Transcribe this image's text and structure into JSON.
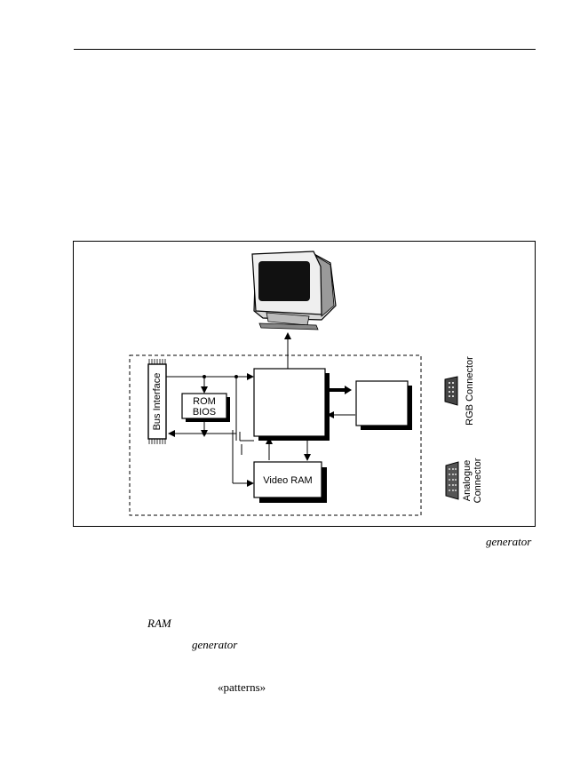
{
  "figure": {
    "labels": {
      "bus_interface": "Bus Interface",
      "rom_line1": "ROM",
      "rom_line2": "BIOS",
      "video_ram": "Video RAM",
      "rgb_connector": "RGB  Connector",
      "analogue_line1": "Analogue",
      "analogue_line2": "Connector"
    },
    "caption_fragment": "generator"
  },
  "text_fragments": {
    "ram": "RAM",
    "generator": "generator",
    "patterns": "«patterns»"
  }
}
